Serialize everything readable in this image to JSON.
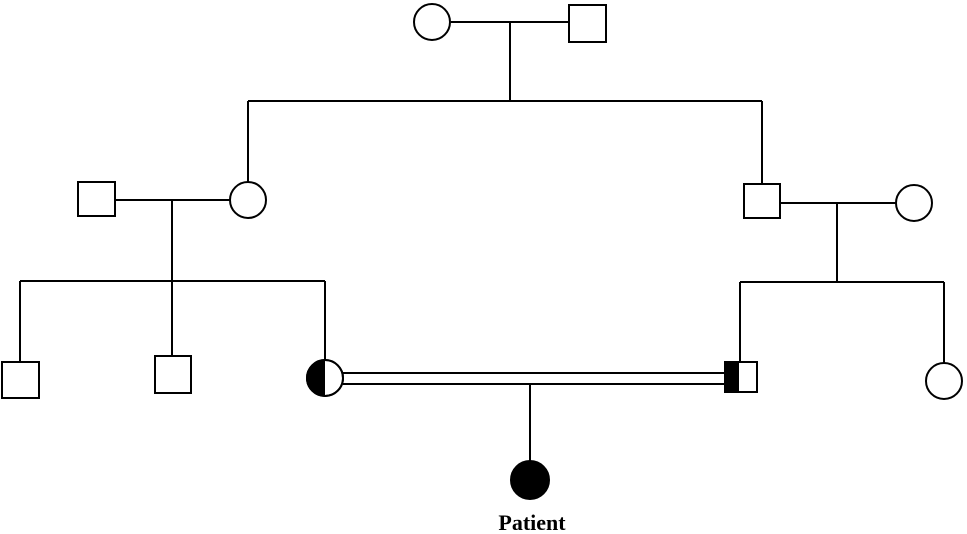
{
  "diagram": {
    "patient_label": "Patient",
    "colors": {
      "stroke": "#000000",
      "affected": "#000000",
      "unaffected": "#ffffff"
    },
    "individuals": [
      {
        "id": "gen1-grandmother",
        "sex": "female",
        "status": "unaffected"
      },
      {
        "id": "gen1-grandfather",
        "sex": "male",
        "status": "unaffected"
      },
      {
        "id": "gen2-uncle-by-marriage",
        "sex": "male",
        "status": "unaffected"
      },
      {
        "id": "gen2-daughter",
        "sex": "female",
        "status": "unaffected"
      },
      {
        "id": "gen2-son",
        "sex": "male",
        "status": "unaffected"
      },
      {
        "id": "gen2-son-wife",
        "sex": "female",
        "status": "unaffected"
      },
      {
        "id": "gen3-cousin-1",
        "sex": "male",
        "status": "unaffected"
      },
      {
        "id": "gen3-cousin-2",
        "sex": "male",
        "status": "unaffected"
      },
      {
        "id": "gen3-mother",
        "sex": "female",
        "status": "carrier"
      },
      {
        "id": "gen3-father",
        "sex": "male",
        "status": "carrier"
      },
      {
        "id": "gen3-cousin-3",
        "sex": "female",
        "status": "unaffected"
      },
      {
        "id": "gen4-patient",
        "sex": "female",
        "status": "affected"
      }
    ],
    "relationships": [
      {
        "type": "marriage",
        "partners": [
          "gen1-grandmother",
          "gen1-grandfather"
        ]
      },
      {
        "type": "marriage",
        "partners": [
          "gen2-uncle-by-marriage",
          "gen2-daughter"
        ]
      },
      {
        "type": "marriage",
        "partners": [
          "gen2-son",
          "gen2-son-wife"
        ]
      },
      {
        "type": "consanguineous-marriage",
        "partners": [
          "gen3-mother",
          "gen3-father"
        ]
      }
    ]
  }
}
